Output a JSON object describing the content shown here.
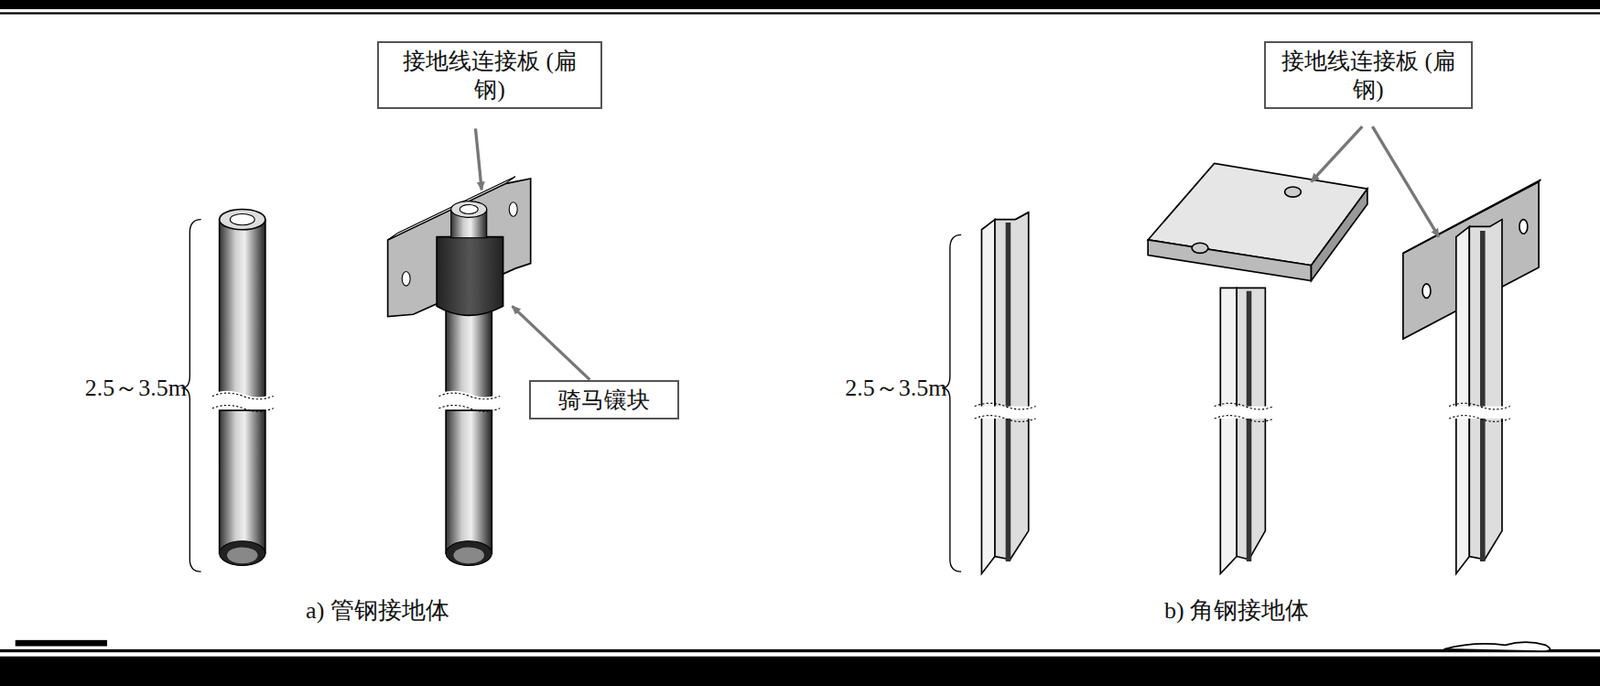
{
  "diagram": {
    "nodes": [
      {
        "text": [
          "接地线连接板 (扁钢)"
        ]
      },
      {
        "text": [
          "骑马镶块"
        ]
      },
      {
        "text": [
          "接地线连接板 (扁钢)"
        ]
      }
    ],
    "labels": [
      "2.5～3.5m",
      "a) 管钢接地体",
      "2.5～3.5m",
      "b) 角钢接地体"
    ]
  }
}
